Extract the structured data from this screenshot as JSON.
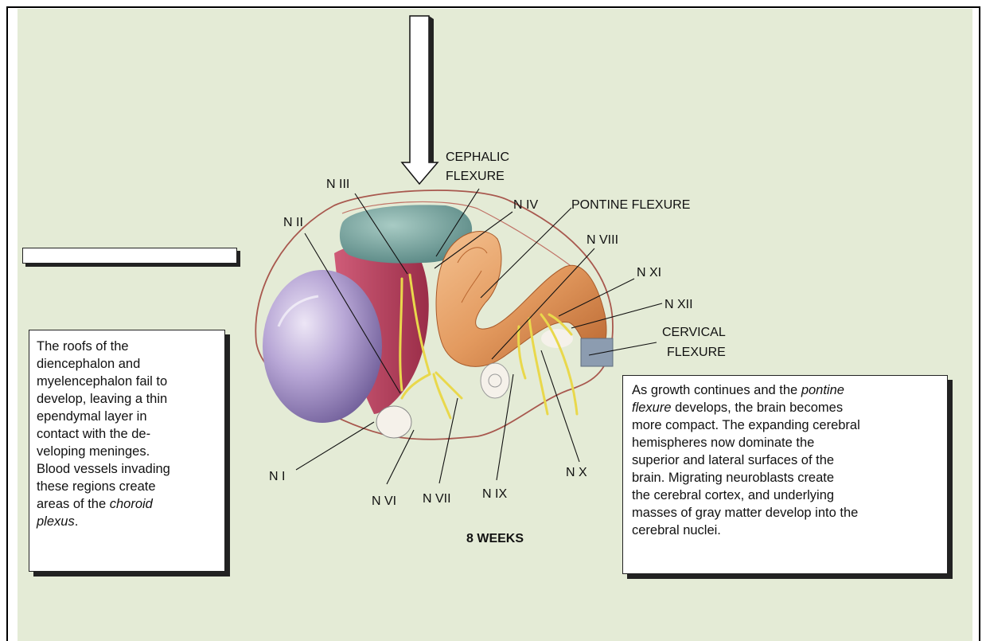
{
  "labels": {
    "cephalic_1": "CEPHALIC",
    "cephalic_2": "FLEXURE",
    "n3": "N III",
    "n2": "N II",
    "n4": "N IV",
    "pontine": "PONTINE FLEXURE",
    "n8": "N VIII",
    "n11": "N XI",
    "n12": "N XII",
    "cervical_1": "CERVICAL",
    "cervical_2": "FLEXURE",
    "n1": "N I",
    "n6": "N VI",
    "n7": "N VII",
    "n9": "N IX",
    "n10": "N X",
    "weeks": "8 WEEKS"
  },
  "notes": {
    "left": {
      "text": "The roofs of the\ndiencephalon and\nmyelencephalon fail to\ndevelop, leaving a thin\nependymal layer in\ncontact with the de-\nveloping meninges.\nBlood vessels invading\nthese regions create\nareas of the ",
      "em": "choroid\nplexus",
      "end": "."
    },
    "right": {
      "text_a": "As growth continues and the ",
      "em": "pontine\nflexure",
      "text_b": " develops, the brain becomes\nmore compact. The expanding cerebral\nhemispheres now dominate the\nsuperior and lateral surfaces of the\nbrain. Migrating neuroblasts create\nthe cerebral cortex, and underlying\nmasses of gray matter develop into the\ncerebral nuclei."
    }
  },
  "colors": {
    "background": "#e4ebd6",
    "telencephalon": "#b8a7d6",
    "diencephalon": "#b8405f",
    "mesencephalon": "#6d9e9a",
    "metencephalon": "#e39a5f",
    "nerves": "#f3e45c",
    "spinal_cord": "#8c9cb0"
  }
}
